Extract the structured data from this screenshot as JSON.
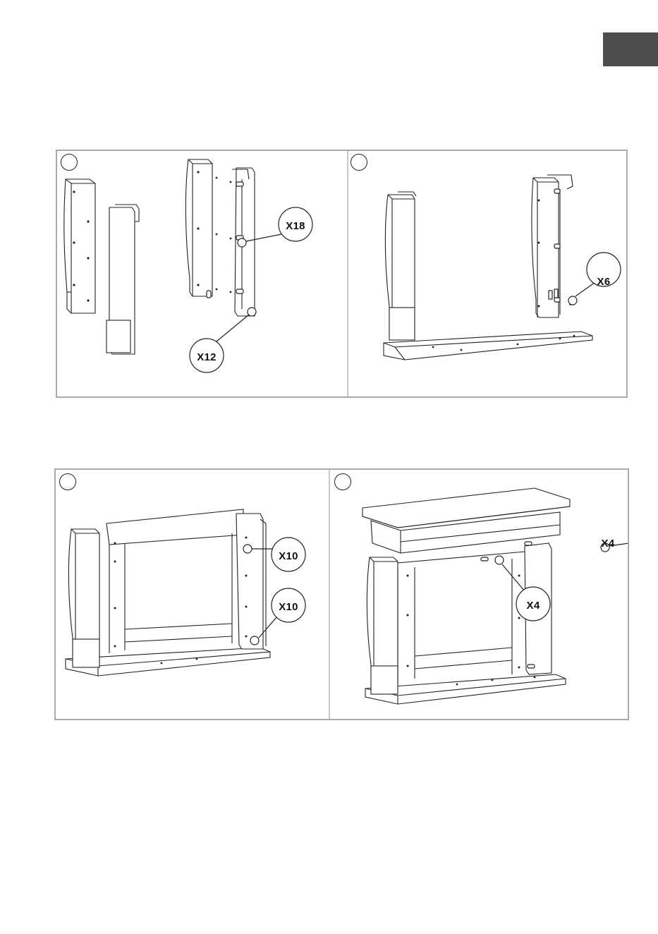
{
  "page": {
    "section_tab_color": "#4d4d4d",
    "border_color": "#a9a9a9"
  },
  "steps": [
    {
      "id": "step-1",
      "callouts": [
        {
          "text": "X18"
        },
        {
          "text": "X12"
        }
      ]
    },
    {
      "id": "step-2",
      "callouts": [
        {
          "text": "X6"
        }
      ]
    },
    {
      "id": "step-3",
      "callouts": [
        {
          "text": "X10"
        },
        {
          "text": "X10"
        }
      ]
    },
    {
      "id": "step-4",
      "callouts": [
        {
          "text": "X4"
        },
        {
          "text": "X4"
        }
      ]
    }
  ],
  "icons": {
    "step_marker": "step-number-circle-icon",
    "callout": "magnifier-callout-icon"
  }
}
